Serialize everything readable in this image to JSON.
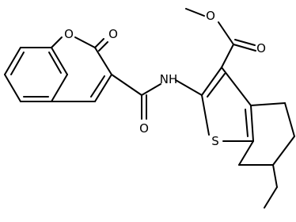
{
  "structure": {
    "atom_labels": {
      "ring_oxygen": "O",
      "lactone_carbonyl_oxygen": "O",
      "amide_carbonyl_oxygen": "O",
      "amide_nh": "NH",
      "thiophene_sulfur": "S",
      "ester_carbonyl_oxygen": "O",
      "ester_ether_oxygen": "O"
    },
    "colors": {
      "bond": "#000000",
      "label": "#000000",
      "background": "#ffffff"
    }
  }
}
